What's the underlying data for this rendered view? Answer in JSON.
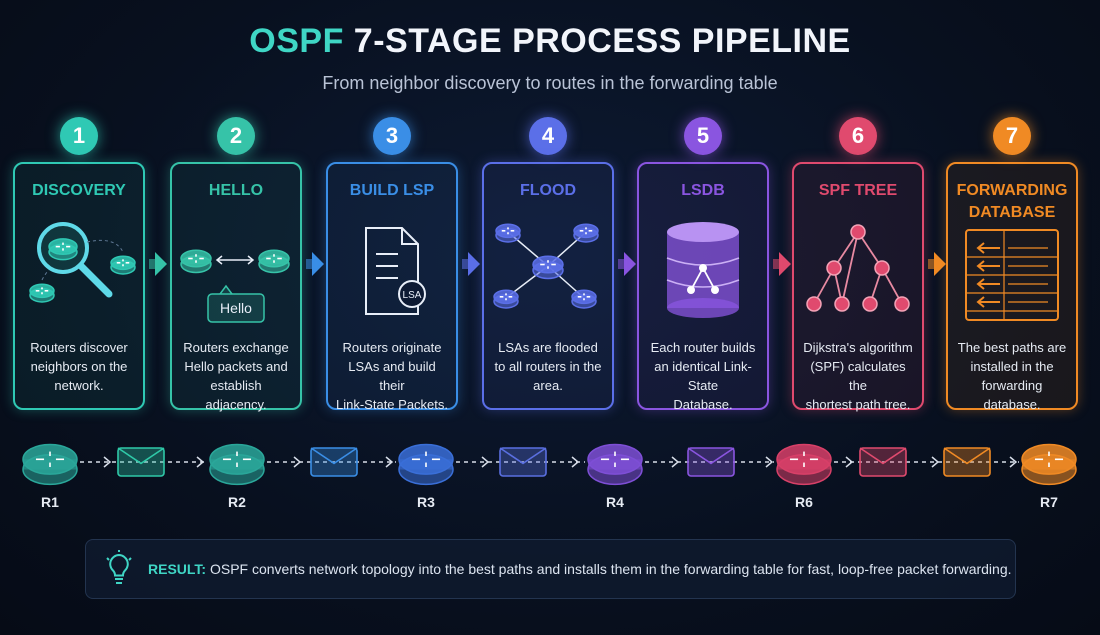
{
  "header": {
    "title_accent": "OSPF",
    "title_rest": "7-STAGE PROCESS PIPELINE",
    "subtitle": "From neighbor discovery to routes in the forwarding table"
  },
  "stages": [
    {
      "number": "1",
      "title": "DISCOVERY",
      "color": "#2fc9b4",
      "desc": [
        "Routers discover",
        "neighbors on the",
        "network."
      ]
    },
    {
      "number": "2",
      "title": "HELLO",
      "color": "#36c3a8",
      "desc": [
        "Routers exchange",
        "Hello packets and",
        "establish adjacency."
      ],
      "bubble": "Hello"
    },
    {
      "number": "3",
      "title": "BUILD LSP",
      "color": "#3a8ee6",
      "desc": [
        "Routers originate",
        "LSAs and build their",
        "Link-State Packets."
      ],
      "doc_label": "LSA"
    },
    {
      "number": "4",
      "title": "FLOOD",
      "color": "#5b6fe8",
      "desc": [
        "LSAs are flooded",
        "to all routers in the",
        "area."
      ]
    },
    {
      "number": "5",
      "title": "LSDB",
      "color": "#8a55e0",
      "desc": [
        "Each router builds",
        "an identical Link-State",
        "Database."
      ]
    },
    {
      "number": "6",
      "title": "SPF TREE",
      "color": "#e04a6e",
      "desc": [
        "Dijkstra's algorithm",
        "(SPF) calculates the",
        "shortest path tree."
      ]
    },
    {
      "number": "7",
      "title": [
        "FORWARDING",
        "DATABASE"
      ],
      "color": "#f08a24",
      "desc": [
        "The best paths are",
        "installed in the",
        "forwarding database."
      ]
    }
  ],
  "routers": [
    "R1",
    "R2",
    "R3",
    "R4",
    "R6",
    "R7"
  ],
  "result": {
    "label": "RESULT:",
    "text": "OSPF converts network topology into the best paths and installs them in the forwarding table for fast, loop-free packet forwarding."
  }
}
